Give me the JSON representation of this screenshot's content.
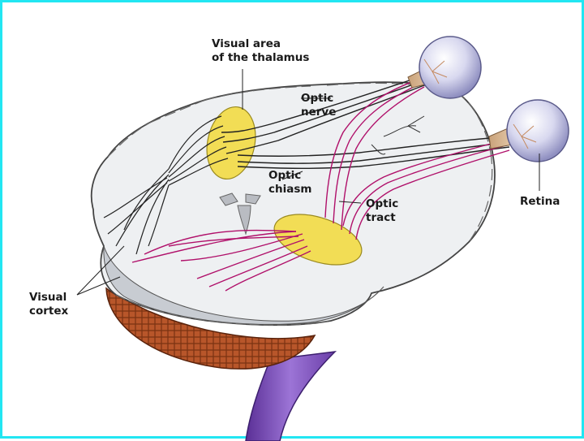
{
  "labels": {
    "thalamus": [
      "Visual area",
      "of the thalamus"
    ],
    "optic_nerve": [
      "Optic",
      "nerve"
    ],
    "optic_chiasm": [
      "Optic",
      "chiasm"
    ],
    "optic_tract": [
      "Optic",
      "tract"
    ],
    "retina": "Retina",
    "visual_cortex": [
      "Visual",
      "cortex"
    ]
  },
  "colors": {
    "frame": "#22e6f2",
    "brain": "#eef0f2",
    "cerebellum": "#b8562a",
    "brainstem": "#7b4fb8",
    "thalamus_area": "#f2dd55",
    "pathway": "#b0106a",
    "nerve": "#222222"
  }
}
